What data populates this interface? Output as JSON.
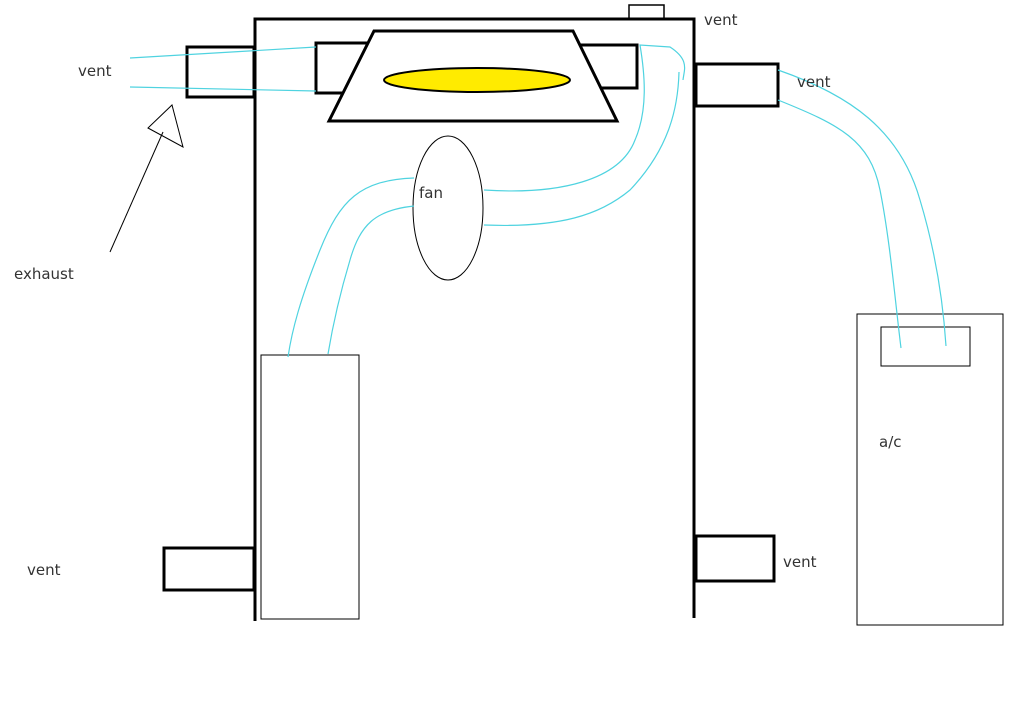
{
  "diagram": {
    "labels": {
      "vent_left_top": "vent",
      "vent_top_center": "vent",
      "vent_right_top": "vent",
      "vent_left_bottom": "vent",
      "vent_right_bottom": "vent",
      "fan": "fan",
      "exhaust": "exhaust",
      "ac": "a/c"
    },
    "colors": {
      "outline": "#000000",
      "duct": "#4fd3e0",
      "heater_element": "#ffeb00",
      "background": "#ffffff"
    }
  }
}
